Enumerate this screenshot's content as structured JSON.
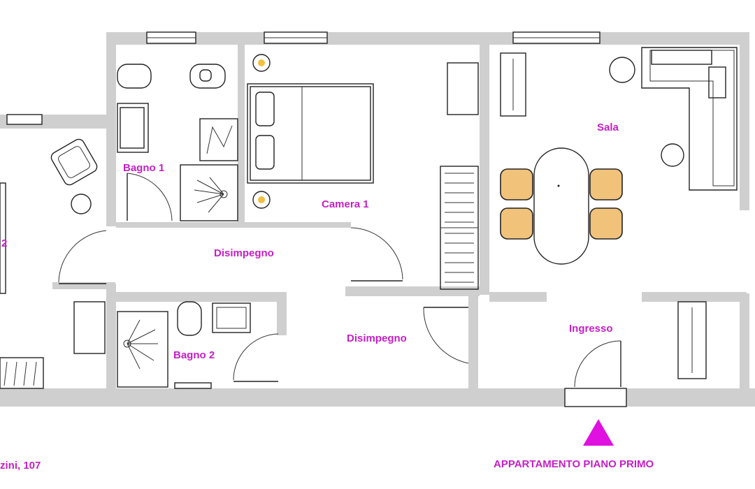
{
  "rooms": {
    "bagno1": "Bagno 1",
    "camera1": "Camera 1",
    "sala": "Sala",
    "disimpegno_a": "Disimpegno",
    "disimpegno_b": "Disimpegno",
    "bagno2": "Bagno 2",
    "ingresso": "Ingresso",
    "camera2_partial": "2"
  },
  "footer": {
    "address_partial": "zini, 107",
    "floor_title": "APPARTAMENTO PIANO PRIMO"
  },
  "colors": {
    "label": "#c51fc5",
    "wall": "#cfcfcf",
    "arrow": "#e010e0",
    "chair_seat": "#f0c27a"
  },
  "icons": [
    "entrance-arrow-icon",
    "shower-icon",
    "toilet-icon",
    "bidet-icon",
    "sink-icon",
    "lamp-icon",
    "armchair-icon",
    "chair-icon"
  ]
}
